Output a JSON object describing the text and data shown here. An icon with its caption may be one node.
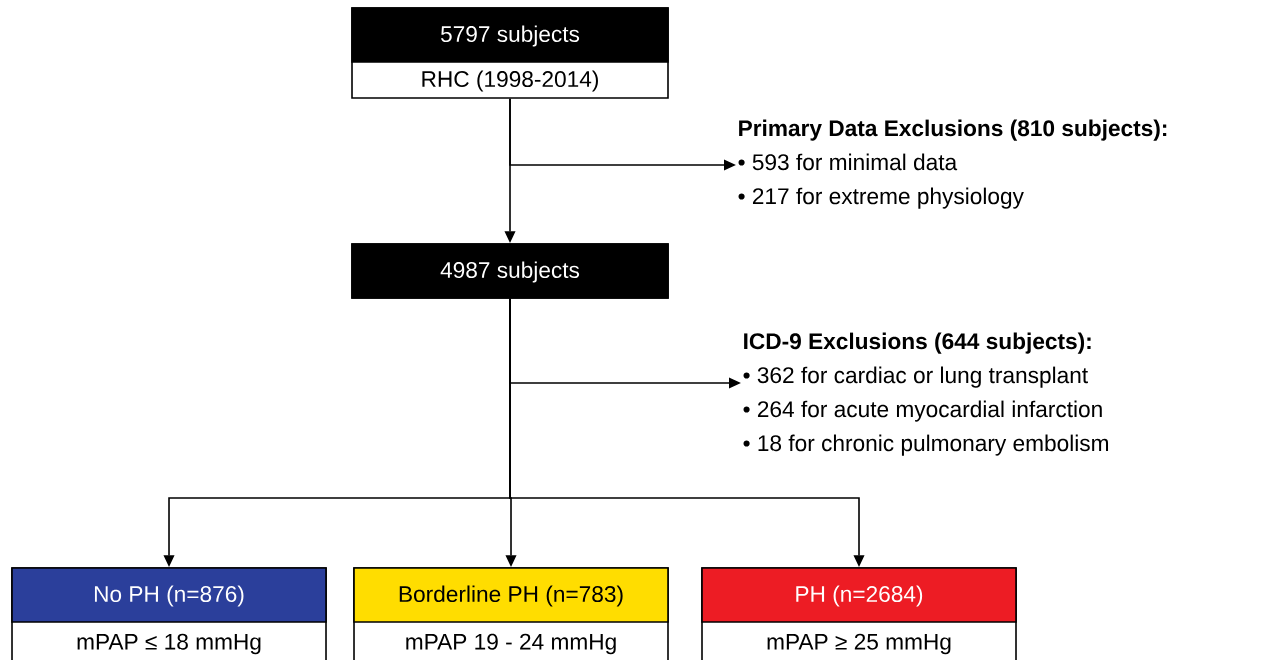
{
  "diagram": {
    "nodes": [
      {
        "text": [
          "5797 subjects",
          "RHC (1998-2014)"
        ]
      },
      {
        "text": [
          "Primary Data Exclusions (810 subjects):",
          "• 593 for minimal data",
          "• 217 for extreme physiology"
        ]
      },
      {
        "text": [
          "4987 subjects"
        ]
      },
      {
        "text": [
          "ICD-9 Exclusions (644 subjects):",
          "• 362 for cardiac or lung transplant",
          "• 264 for acute myocardial infarction",
          "• 18 for chronic pulmonary embolism"
        ]
      },
      {
        "text": [
          "No PH (n=876)",
          "mPAP ≤ 18 mmHg"
        ]
      },
      {
        "text": [
          "Borderline PH (n=783)",
          "mPAP 19 - 24 mmHg"
        ]
      },
      {
        "text": [
          "PH (n=2684)",
          "mPAP ≥ 25 mmHg"
        ]
      }
    ],
    "edges": [
      {
        "from": 0,
        "to": 1,
        "arrow": "to"
      },
      {
        "from": 0,
        "to": 2,
        "arrow": "to"
      },
      {
        "from": 2,
        "to": 3,
        "arrow": "to"
      },
      {
        "from": 2,
        "to": 4,
        "arrow": "to"
      },
      {
        "from": 2,
        "to": 5,
        "arrow": "to"
      },
      {
        "from": 2,
        "to": 6,
        "arrow": "to"
      }
    ]
  }
}
